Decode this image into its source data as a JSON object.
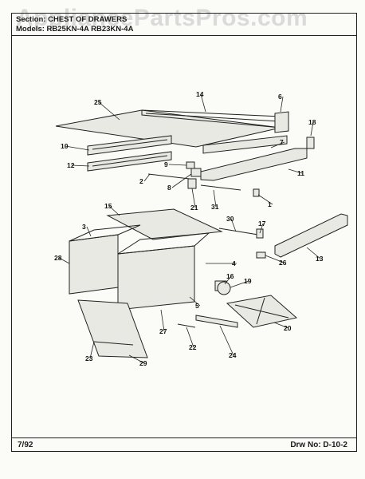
{
  "header": {
    "section_line": "Section: CHEST OF DRAWERS",
    "models_line": "Models: RB25KN-4A RB23KN-4A"
  },
  "watermark": "AppliancePartsPros.com",
  "footer": {
    "date": "7/92",
    "drawing_number": "Drw No: D-10-2"
  },
  "callouts": [
    "25",
    "14",
    "6",
    "18",
    "10",
    "7",
    "9",
    "12",
    "11",
    "8",
    "2",
    "21",
    "31",
    "1",
    "15",
    "30",
    "17",
    "3",
    "26",
    "13",
    "28",
    "4",
    "16",
    "19",
    "5",
    "27",
    "20",
    "22",
    "23",
    "24",
    "29"
  ]
}
